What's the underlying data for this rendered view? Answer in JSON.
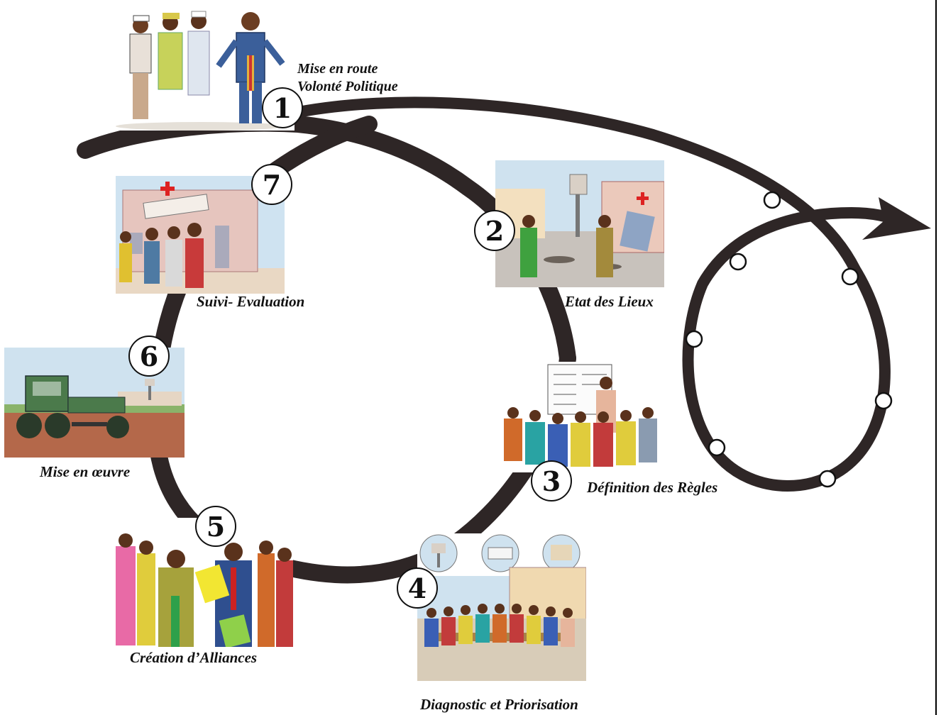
{
  "steps": [
    {
      "number": "1",
      "label_line1": "Mise en route",
      "label_line2": "Volonté Politique",
      "illustration": "political-will-parade-illustration"
    },
    {
      "number": "2",
      "label": "Etat des Lieux",
      "illustration": "site-inspection-illustration"
    },
    {
      "number": "3",
      "label": "Définition des Règles",
      "illustration": "rules-meeting-illustration"
    },
    {
      "number": "4",
      "label": "Diagnostic et Priorisation",
      "illustration": "community-diagnosis-illustration"
    },
    {
      "number": "5",
      "label": "Création d’Alliances",
      "illustration": "handshake-alliance-illustration"
    },
    {
      "number": "6",
      "label": "Mise en œuvre",
      "illustration": "road-grader-illustration"
    },
    {
      "number": "7",
      "label": "Suivi- Evaluation",
      "illustration": "hospital-visit-illustration"
    }
  ],
  "colors": {
    "arrow": "#2e2626",
    "circle_stroke": "#111111",
    "background": "#ffffff"
  }
}
